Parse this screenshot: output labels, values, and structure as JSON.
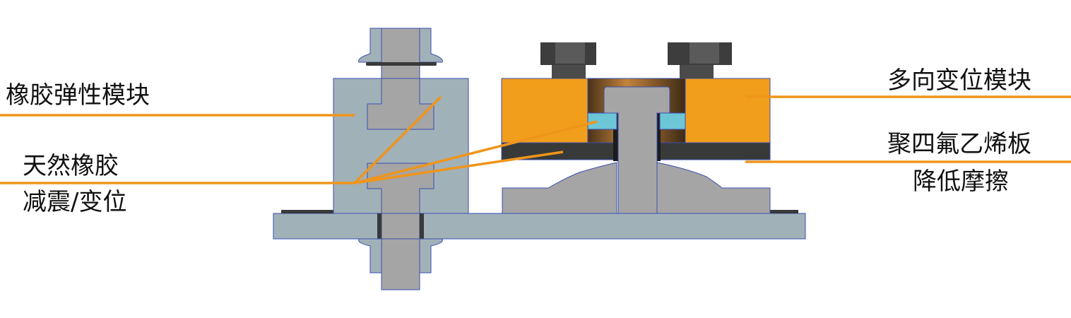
{
  "labels": {
    "rubber_module": "橡胶弹性模块",
    "natural_rubber": "天然橡胶",
    "damping": "减震/变位",
    "multi_disp_module": "多向变位模块",
    "ptfe_plate": "聚四氟乙烯板",
    "reduce_friction": "降低摩擦"
  },
  "colors": {
    "leader": "#ef951b",
    "orange_block": "#f19e1c",
    "steel_blue_gray": "#a1b1b8",
    "bolt_gray": "#a5a5a5",
    "ptfe_dark": "#383a39",
    "blue_insert": "#6cc6d6",
    "outline": "#3a4fb0"
  }
}
